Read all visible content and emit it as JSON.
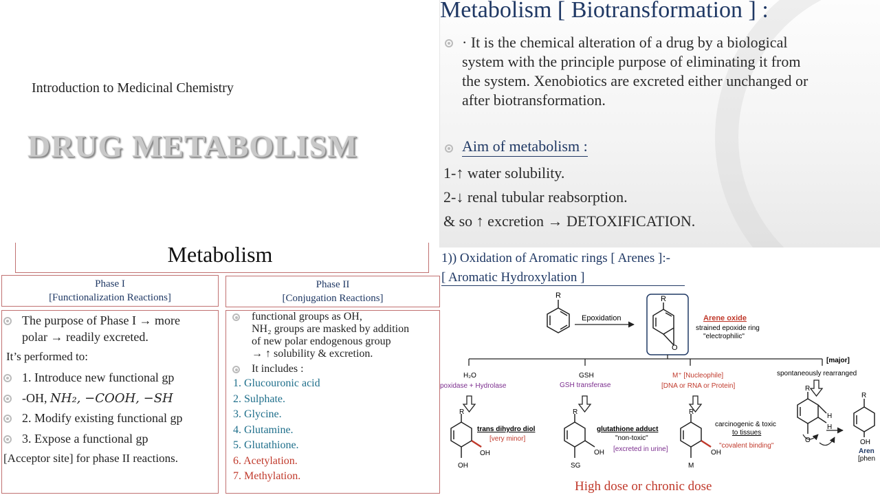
{
  "title_slide": {
    "course": "Introduction to Medicinal Chemistry",
    "title": "DRUG METABOLISM"
  },
  "definition_slide": {
    "title": "Metabolism [ Biotransformation ] :",
    "definition_lines": [
      "· It is the chemical alteration of a drug by a biological",
      "system with the principle purpose of eliminating it from",
      "the system. Xenobiotics are excreted either unchanged or",
      "after biotransformation."
    ],
    "aim_heading": "Aim of metabolism :",
    "aims": [
      "1-↑  water solubility.",
      "2-↓ renal tubular reabsorption.",
      "& so ↑ excretion → DETOXIFICATION."
    ]
  },
  "phases_slide": {
    "title": "Metabolism",
    "phase1": {
      "name": "Phase I",
      "subtitle": "[Functionalization Reactions]",
      "purpose_line1": "The purpose of Phase I → more",
      "purpose_line2": "polar → readily excreted.",
      "performed_to": "It’s performed to:",
      "item1": "1. Introduce new functional gp",
      "groups_prefix": "-OH, ",
      "groups_formula": "NH₂, −COOH, −SH",
      "item2": "2. Modify existing functional gp",
      "item3": "3. Expose a functional gp",
      "acceptor": "[Acceptor site] for phase II reactions."
    },
    "phase2": {
      "name": "Phase II",
      "subtitle": "[Conjugation Reactions]",
      "desc_lines": [
        "functional groups as OH,",
        "NH₂ groups are masked by addition",
        "of new polar endogenous group",
        "→ ↑ solubility & excretion."
      ],
      "includes": "It includes :",
      "reactions": [
        "1. Glucouronic acid",
        "2. Sulphate.",
        "3. Glycine.",
        "4. Glutamine.",
        "5. Glutathione.",
        "6. Acetylation.",
        "7. Methylation."
      ]
    }
  },
  "oxidation_slide": {
    "title": "1)) Oxidation of Aromatic rings [ Arenes ]:-",
    "subtitle": "[ Aromatic Hydroxylation ]",
    "scheme": {
      "r_label": "R",
      "epoxidation": "Epoxidation",
      "arene_oxide": "Arene oxide",
      "strained_line1": "strained epoxide ring",
      "strained_line2": "\"electrophilic\"",
      "o_label": "O",
      "major": "[major]",
      "spontaneous": "spontaneously rearranged",
      "h2o": "H₂O",
      "hydrolase": "poxidase + Hydrolase",
      "gsh": "GSH",
      "gsh_transferase": "GSH transferase",
      "nucleophile": "M⁺ [Nucleophile]",
      "dna": "[DNA or RNA or Protein]",
      "diol": "trans dihydro diol",
      "very_minor": "[very minor]",
      "oh": "OH",
      "glutathione_adduct": "glutathione adduct",
      "non_toxic": "\"non-toxic\"",
      "excreted_urine": "[excreted in urine]",
      "sg": "SG",
      "carcinogenic": "carcinogenic & toxic",
      "to_tissues": "to tissues",
      "covalent": "\"covalent binding\"",
      "m": "M",
      "h": "H",
      "arene_cut": "Aren",
      "phenol_cut": "[phen"
    },
    "footer": "High dose or chronic dose",
    "colors": {
      "heading_navy": "#1f3864",
      "arene_red": "#c0392b",
      "enzyme_purple": "#7b2d8e",
      "box_navy": "#1f3864"
    }
  }
}
